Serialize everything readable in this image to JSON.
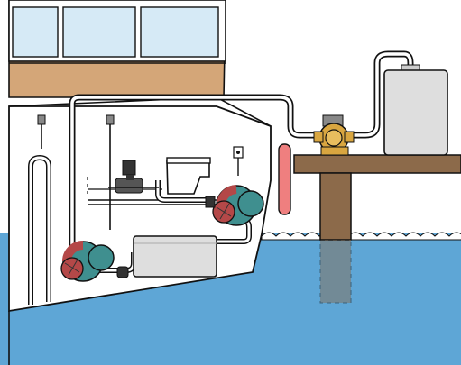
{
  "diagram": {
    "components": [
      "boat-cabin",
      "boat-hull",
      "waterline",
      "marine-toilet",
      "macerator-pump",
      "holding-tank",
      "discharge-pump",
      "deck-fitting",
      "fender",
      "dock",
      "dock-pump-out-pump",
      "shore-tank"
    ],
    "colors": {
      "sky": "#ffffff",
      "water": "#5ea6d6",
      "cabin": "#d4a678",
      "windows": "#d6eaf6",
      "hull": "#ffffff",
      "dock": "#8c6a4a",
      "pump_body": "#3f8f8f",
      "pump_accent": "#b44848",
      "shore_pump": "#d9a640",
      "fender": "#ef7f7f",
      "tank": "#dedede",
      "line": "#111111"
    }
  }
}
